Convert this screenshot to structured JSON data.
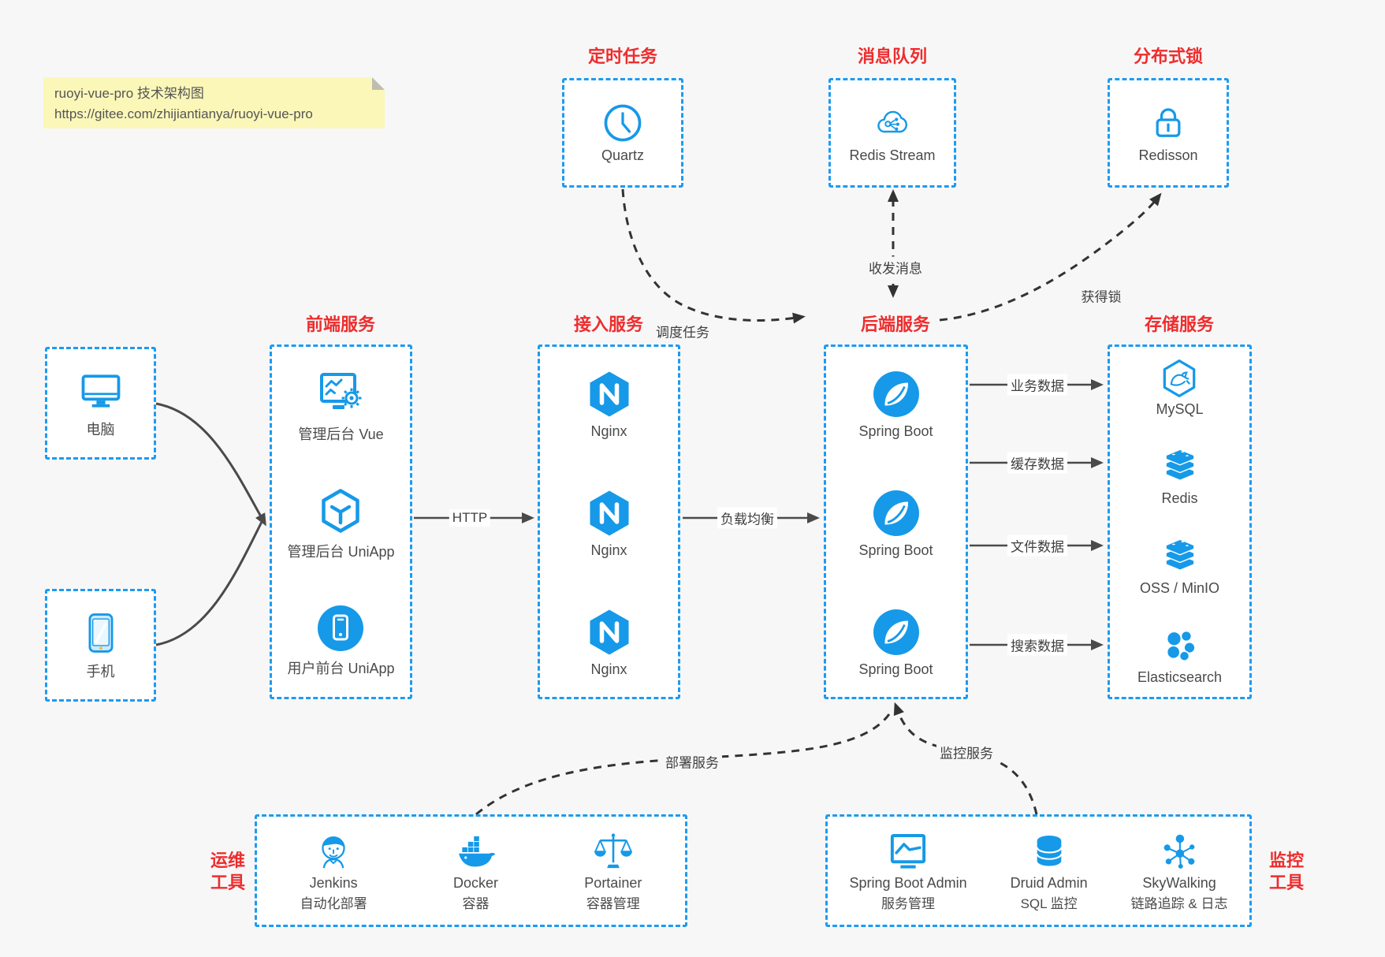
{
  "colors": {
    "bg": "#f7f7f8",
    "panel_bg": "#ffffff",
    "panel_border": "#1e9bf0",
    "icon_blue": "#1699e8",
    "title_red": "#ee2d2d",
    "solid_line": "#4a4a4a",
    "dashed_line": "#333333",
    "label_text": "#3f3f3f",
    "node_text": "#4a4a4a",
    "note_bg": "#fbf7b9",
    "note_fold": "#bfbdae",
    "note_text": "#555555",
    "light_blue": "#cdeafc",
    "phone_accent": "#f6b63c"
  },
  "note": {
    "line1": "ruoyi-vue-pro 技术架构图",
    "line2": "https://gitee.com/zhijiantianya/ruoyi-vue-pro"
  },
  "panels": {
    "scheduler": {
      "title": "定时任务",
      "items": [
        {
          "label": "Quartz",
          "icon": "clock-icon"
        }
      ]
    },
    "mq": {
      "title": "消息队列",
      "items": [
        {
          "label": "Redis Stream",
          "icon": "cloud-share-icon"
        }
      ]
    },
    "lock": {
      "title": "分布式锁",
      "items": [
        {
          "label": "Redisson",
          "icon": "lock-icon"
        }
      ]
    },
    "clients": {
      "computer": {
        "label": "电脑",
        "icon": "desktop-icon"
      },
      "phone": {
        "label": "手机",
        "icon": "smartphone-icon"
      }
    },
    "frontend": {
      "title": "前端服务",
      "items": [
        {
          "label": "管理后台 Vue",
          "icon": "admin-screen-gear-icon"
        },
        {
          "label": "管理后台 UniApp",
          "icon": "cube-icon"
        },
        {
          "label": "用户前台 UniApp",
          "icon": "phone-circle-icon"
        }
      ]
    },
    "gateway": {
      "title": "接入服务",
      "items": [
        {
          "label": "Nginx",
          "icon": "nginx-icon"
        },
        {
          "label": "Nginx",
          "icon": "nginx-icon"
        },
        {
          "label": "Nginx",
          "icon": "nginx-icon"
        }
      ]
    },
    "backend": {
      "title": "后端服务",
      "items": [
        {
          "label": "Spring Boot",
          "icon": "spring-leaf-icon"
        },
        {
          "label": "Spring Boot",
          "icon": "spring-leaf-icon"
        },
        {
          "label": "Spring Boot",
          "icon": "spring-leaf-icon"
        }
      ]
    },
    "storage": {
      "title": "存储服务",
      "items": [
        {
          "label": "MySQL",
          "icon": "mysql-dolphin-icon"
        },
        {
          "label": "Redis",
          "icon": "stack-icon"
        },
        {
          "label": "OSS / MinIO",
          "icon": "stack-icon"
        },
        {
          "label": "Elasticsearch",
          "icon": "elastic-cluster-icon"
        }
      ]
    },
    "devops": {
      "title_line1": "运维",
      "title_line2": "工具",
      "items": [
        {
          "name": "Jenkins",
          "desc": "自动化部署",
          "icon": "jenkins-icon"
        },
        {
          "name": "Docker",
          "desc": "容器",
          "icon": "docker-whale-icon"
        },
        {
          "name": "Portainer",
          "desc": "容器管理",
          "icon": "scales-icon"
        }
      ]
    },
    "monitoring": {
      "title_line1": "监控",
      "title_line2": "工具",
      "items": [
        {
          "name": "Spring Boot Admin",
          "desc": "服务管理",
          "icon": "chart-screen-icon"
        },
        {
          "name": "Druid Admin",
          "desc": "SQL 监控",
          "icon": "database-icon"
        },
        {
          "name": "SkyWalking",
          "desc": "链路追踪 & 日志",
          "icon": "node-graph-icon"
        }
      ]
    }
  },
  "edges": {
    "http": "HTTP",
    "load_balance": "负载均衡",
    "business_data": "业务数据",
    "cache_data": "缓存数据",
    "file_data": "文件数据",
    "search_data": "搜索数据",
    "schedule_task": "调度任务",
    "send_receive_message": "收发消息",
    "acquire_lock": "获得锁",
    "deploy_service": "部署服务",
    "monitor_service": "监控服务"
  }
}
